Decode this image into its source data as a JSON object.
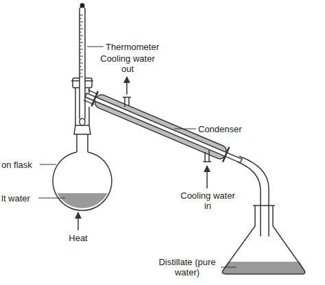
{
  "diagram": {
    "labels": [
      "Thermometer",
      "Cooling water out",
      "Condenser",
      "on flask",
      "lt water",
      "Heat",
      "Cooling water in",
      "Distillate (pure water)"
    ]
  }
}
